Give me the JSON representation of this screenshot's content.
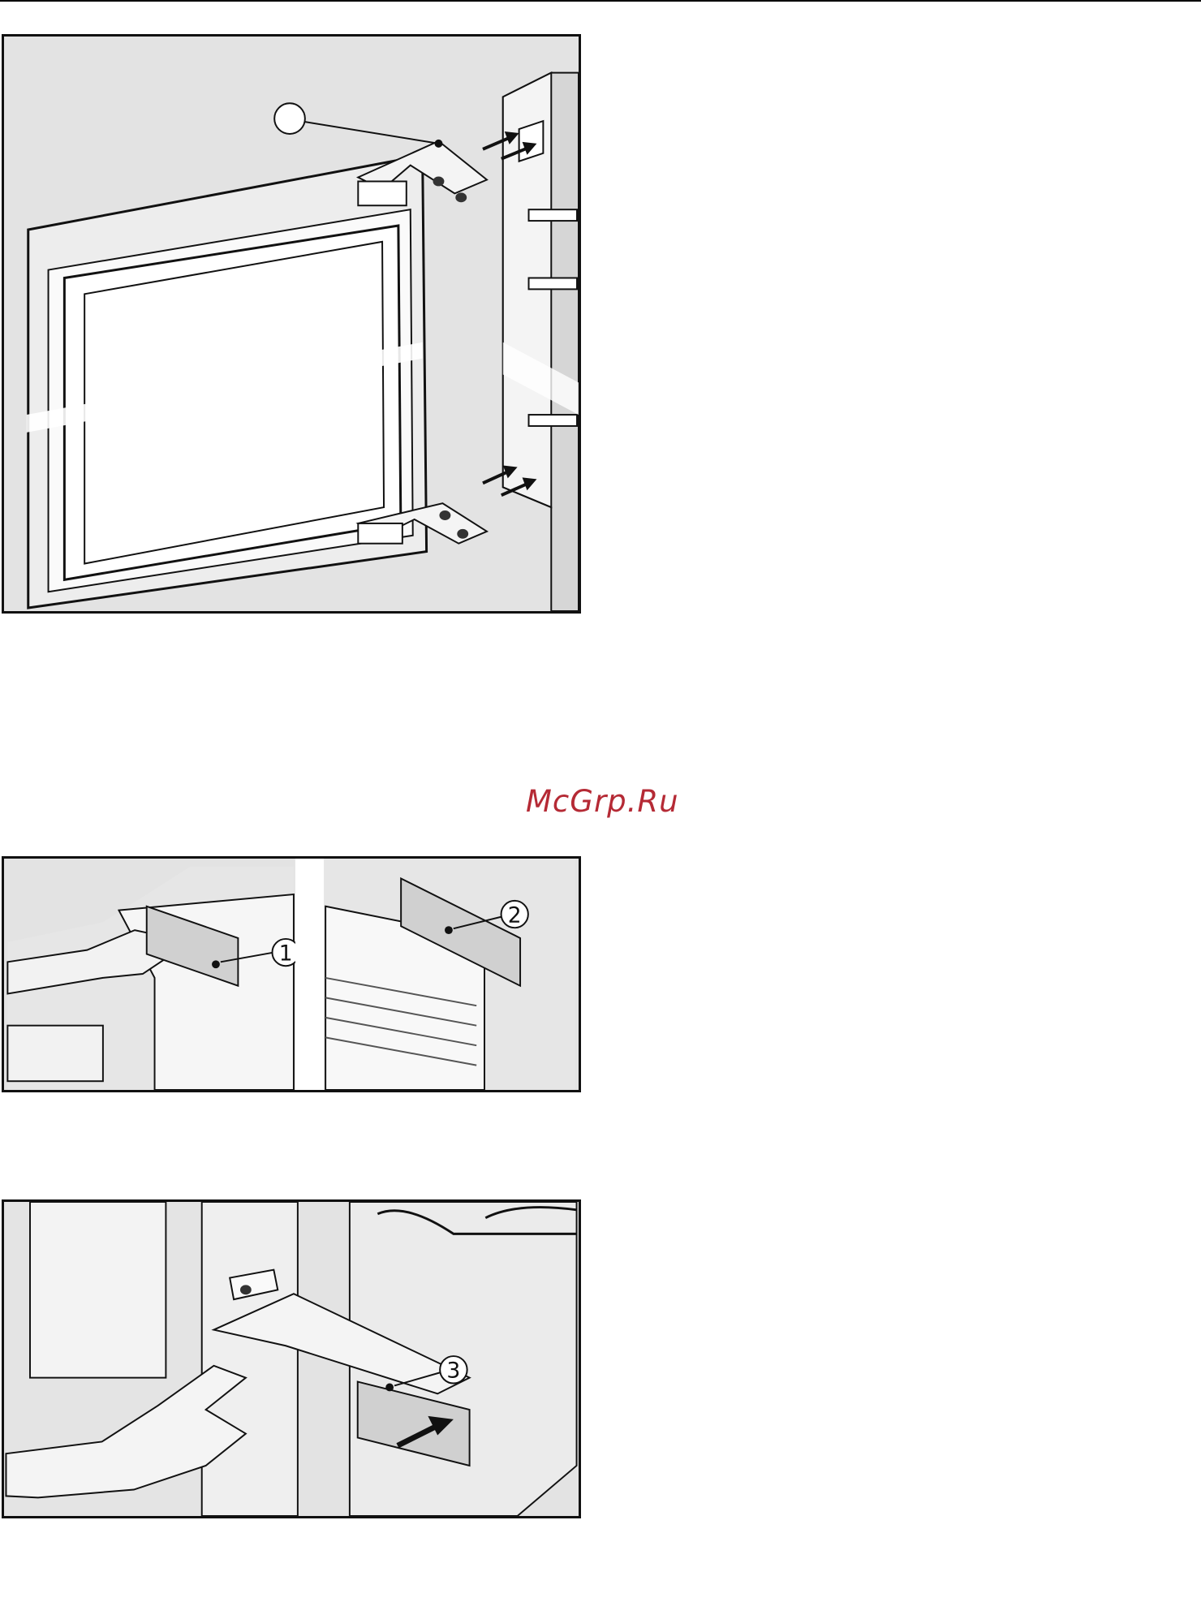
{
  "watermark": "McGrp.Ru",
  "figures": [
    {
      "callout": ""
    },
    {
      "callouts": [
        "1",
        "2"
      ]
    },
    {
      "callout": "3"
    }
  ]
}
